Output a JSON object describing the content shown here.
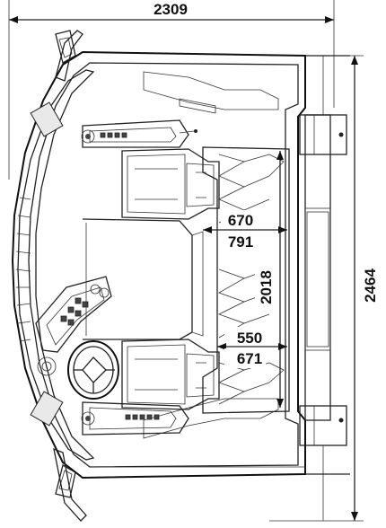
{
  "diagram": {
    "dimensions": {
      "overall_width": "2309",
      "overall_length": "2464",
      "bunk_width_top": "670",
      "bunk_width_top_outer": "791",
      "bunk_length": "2018",
      "bunk_width_bottom": "550",
      "bunk_width_bottom_outer": "671"
    },
    "colors": {
      "line": "#222222",
      "shade": "#e9e9e9",
      "background": "#ffffff"
    }
  }
}
